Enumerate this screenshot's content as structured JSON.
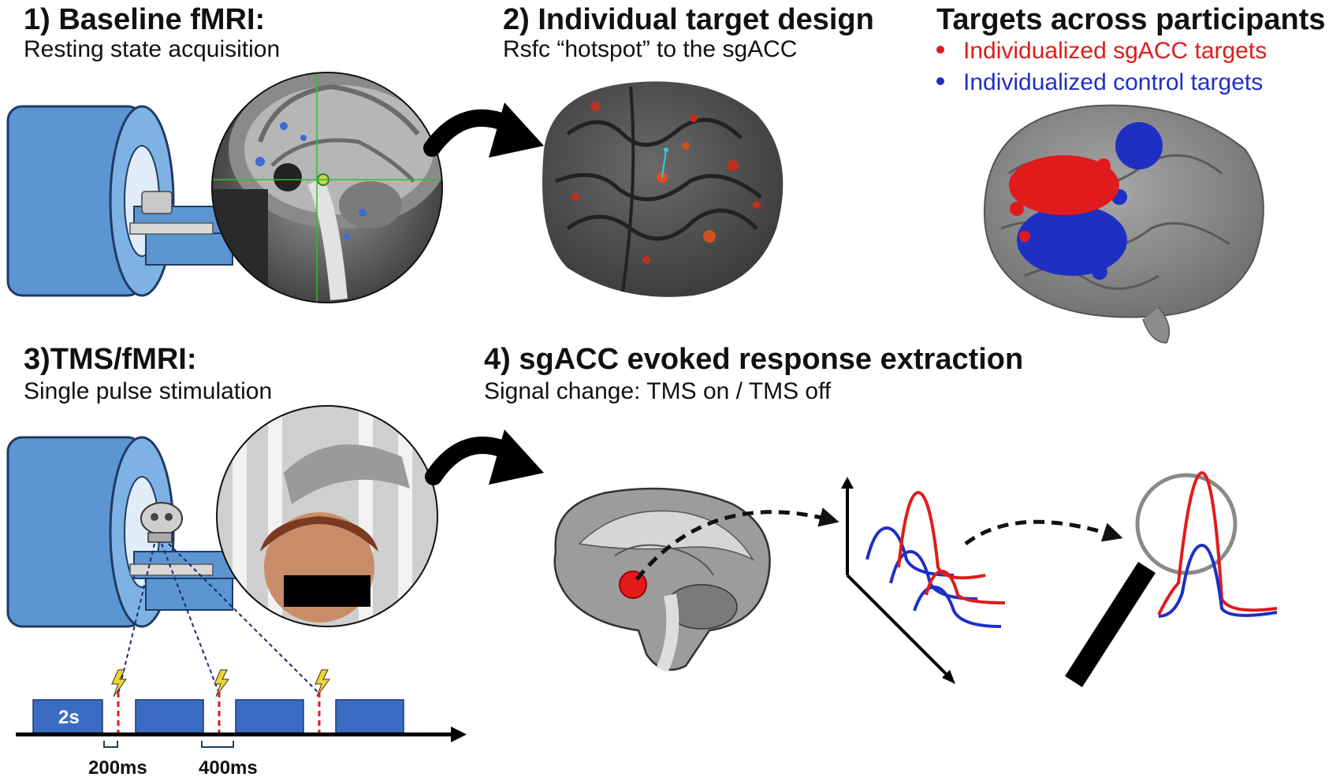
{
  "panel1": {
    "title": "1) Baseline fMRI:",
    "subtitle": "Resting state acquisition"
  },
  "panel2": {
    "title": "2) Individual target design",
    "subtitle": "Rsfc “hotspot” to the sgACC"
  },
  "panel3": {
    "title": "Targets across participants",
    "legend": [
      {
        "label": "Individualized sgACC targets",
        "color": "#e11b1b"
      },
      {
        "label": "Individualized control targets",
        "color": "#1f2fc4"
      }
    ]
  },
  "panel4": {
    "title": "3)TMS/fMRI:",
    "subtitle": "Single pulse stimulation"
  },
  "panel5": {
    "title": "4) sgACC evoked response extraction",
    "subtitle": "Signal change: TMS on / TMS off"
  },
  "timeline": {
    "block_label": "2s",
    "gap_short": "200ms",
    "gap_long": "400ms"
  },
  "colors": {
    "scanner": "#5b96d2",
    "block": "#3a6cc4",
    "red": "#e11b1b",
    "blue": "#1f2fc4"
  }
}
